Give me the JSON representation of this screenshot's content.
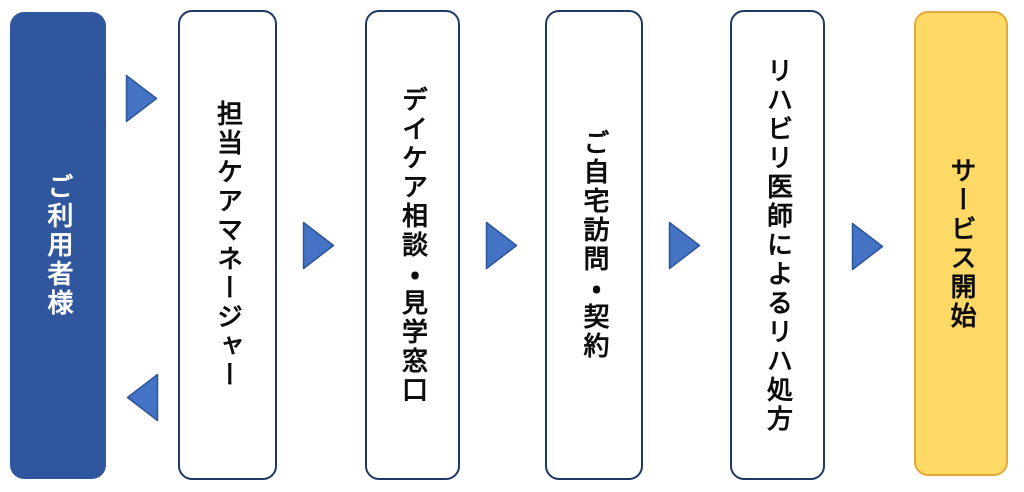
{
  "diagram": {
    "type": "flowchart",
    "direction": "left-to-right",
    "text_orientation": "vertical",
    "steps": [
      {
        "id": "user",
        "label": "ご利用者様",
        "variant": "filled-blue"
      },
      {
        "id": "care-manager",
        "label": "担当ケアマネージャー",
        "variant": "outlined"
      },
      {
        "id": "daycare-consult",
        "label": "デイケア相談・見学窓口",
        "variant": "outlined"
      },
      {
        "id": "home-visit",
        "label": "ご自宅訪問・契約",
        "variant": "outlined"
      },
      {
        "id": "rehab-prescription",
        "label": "リハビリ医師によるリハ処方",
        "variant": "outlined"
      },
      {
        "id": "service-start",
        "label": "サービス開始",
        "variant": "filled-yellow"
      }
    ],
    "connectors": [
      {
        "from": 0,
        "to": 1,
        "direction": "forward"
      },
      {
        "from": 1,
        "to": 0,
        "direction": "back"
      },
      {
        "from": 1,
        "to": 2,
        "direction": "forward"
      },
      {
        "from": 2,
        "to": 3,
        "direction": "forward"
      },
      {
        "from": 3,
        "to": 4,
        "direction": "forward"
      },
      {
        "from": 4,
        "to": 5,
        "direction": "forward"
      }
    ]
  },
  "colors": {
    "background": "#FFFFFF",
    "step_user_fill": "#30569E",
    "step_user_text": "#FFFFFF",
    "step_outline_fill": "#FFFFFF",
    "step_outline_border": "#1F3864",
    "step_outline_text": "#0D0D0D",
    "step_start_fill": "#FFD966",
    "step_start_border": "#E3A93C",
    "step_start_text": "#0D0D0D",
    "arrow_fill": "#4472C4",
    "arrow_stroke": "#2E5597"
  }
}
